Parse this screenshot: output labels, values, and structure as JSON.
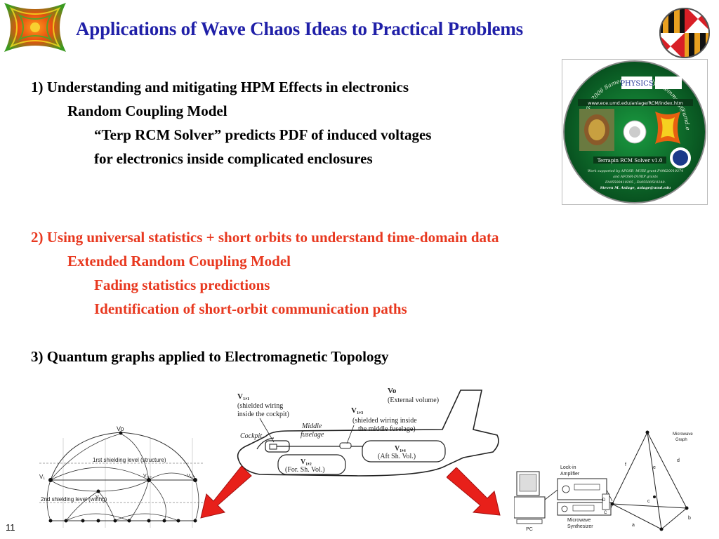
{
  "title": "Applications of Wave Chaos Ideas to Practical Problems",
  "page_number": "11",
  "sections": [
    {
      "heading": "1)  Understanding and mitigating HPM Effects in electronics",
      "sub": "Random Coupling Model",
      "details": [
        "“Terp RCM Solver” predicts PDF of induced voltages",
        "for electronics inside complicated enclosures"
      ],
      "color": "#000000"
    },
    {
      "heading": "2)  Using universal statistics + short orbits to understand time-domain data",
      "sub": "Extended Random Coupling Model",
      "details": [
        "Fading statistics predictions",
        "Identification of short-orbit communication paths"
      ],
      "color": "#e8381f"
    },
    {
      "heading": "3)  Quantum graphs applied to Electromagnetic Topology"
    }
  ],
  "cd": {
    "arc_text": "Copyright 2006 Sameer Hemmady, shemmady@umd.edu",
    "physics_logo": "PHYSICS",
    "url": "www.ece.umd.edu/anlage/RCM/index.htm",
    "label": "Terrapin RCM Solver v1.0",
    "support": [
      "Work supported by AFOSR -MURI grant F49620010374",
      "and AFOSR-DURIP grants",
      "FA95500410295 ; FA95500510240.",
      "Steven M. Anlage, anlage@umd.edu"
    ]
  },
  "airplane": {
    "v11": "V₁,₁",
    "v11_desc": [
      "(shielded wiring",
      "inside the cockpit)"
    ],
    "vo": "Vo",
    "vo_desc": "(External volume)",
    "v13": "V₁,₃",
    "v13_desc": [
      "(shielded wiring inside",
      "the middle fuselage)"
    ],
    "cockpit": "Cockpit",
    "middle": [
      "Middle",
      "fuselage"
    ],
    "v14": "V₁,₄",
    "v14_desc": "(Aft Sh. Vol.)",
    "v12": "V₁,₂",
    "v12_desc": "(For. Sh. Vol.)"
  },
  "graph_left": {
    "vo": "Vo",
    "level1": "1rst shielding level (structure)",
    "level2": "2nd shielding level (wiring)",
    "v1": "V₁",
    "v12": "V₁,₂",
    "v13": "V₁,₃",
    "v14": "V₁,₄"
  },
  "setup_right": {
    "lockin": [
      "Lock-in",
      "Amplifier"
    ],
    "pc": "PC",
    "synth": [
      "Microwave",
      "Synthesizer"
    ],
    "graph": [
      "Microwave",
      "Graph"
    ],
    "edges": [
      "a",
      "b",
      "c",
      "d",
      "e",
      "f"
    ],
    "ports": [
      "D",
      "C"
    ]
  },
  "colors": {
    "title": "#2020a8",
    "red": "#e8381f",
    "arrow": "#e8201a",
    "cd_green": "#0b6b2a"
  }
}
